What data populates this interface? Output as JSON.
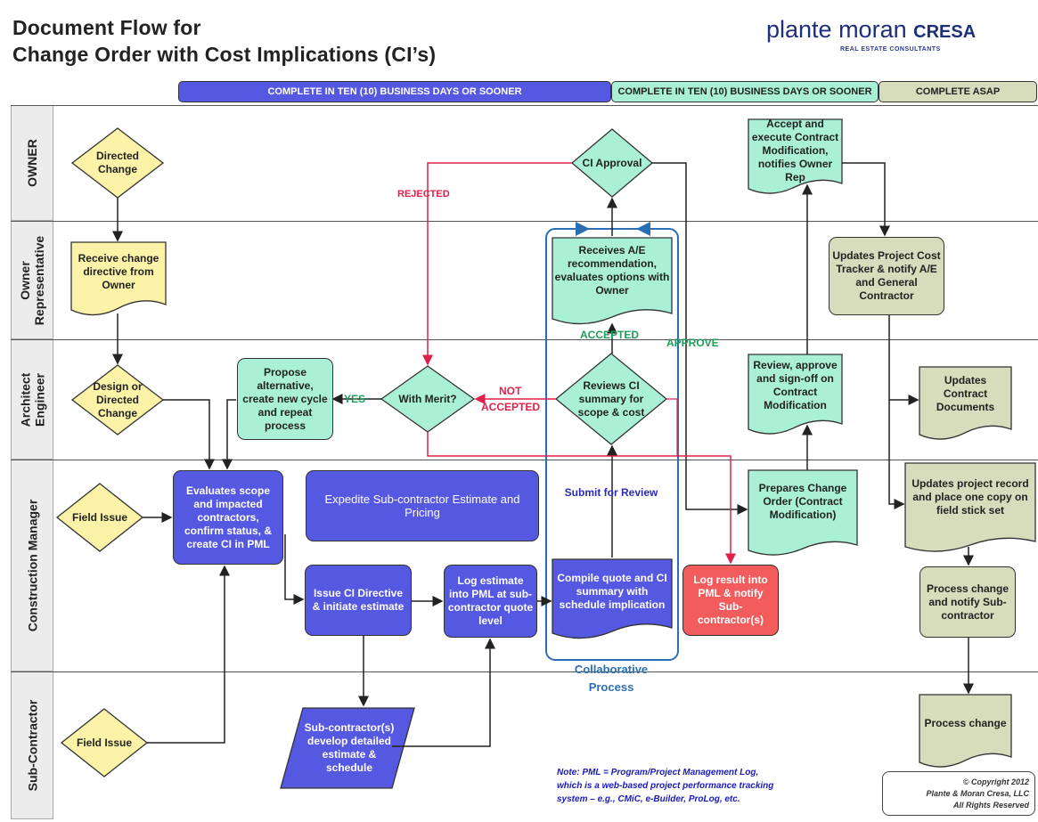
{
  "title": {
    "line1": "Document Flow for",
    "line2": "Change Order with Cost Implications (CI’s)"
  },
  "brand": {
    "name": "plante moran",
    "suffix": "CRESA",
    "tagline": "REAL ESTATE CONSULTANTS"
  },
  "phases": [
    {
      "label": "COMPLETE IN TEN (10) BUSINESS DAYS OR SOONER",
      "color": "#5558e0"
    },
    {
      "label": "COMPLETE IN TEN (10) BUSINESS DAYS OR SOONER",
      "color": "#a9f0d6"
    },
    {
      "label": "COMPLETE ASAP",
      "color": "#d7dcbc"
    }
  ],
  "lanes": {
    "owner": "OWNER",
    "owner_rep_1": "Owner",
    "owner_rep_2": "Representative",
    "ae_1": "Architect",
    "ae_2": "Engineer",
    "cm": "Construction Manager",
    "sub": "Sub-Contractor"
  },
  "nodes": {
    "directed_change": "Directed Change",
    "receive_directive": "Receive change directive from Owner",
    "design_directed": "Design or Directed Change",
    "field_issue_cm": "Field Issue",
    "field_issue_sub": "Field Issue",
    "evaluates_scope": "Evaluates scope and impacted contractors, confirm status, & create CI in PML",
    "expedite": "Expedite Sub-contractor Estimate and Pricing",
    "issue_ci": "Issue CI Directive & initiate estimate",
    "sub_develop": "Sub-contractor(s) develop detailed estimate & schedule",
    "log_estimate": "Log estimate into PML at sub-contractor quote level",
    "compile_quote": "Compile quote and CI summary with schedule implication",
    "submit_review": "Submit for Review",
    "reviews_ci": "Reviews CI summary for scope & cost",
    "with_merit": "With Merit?",
    "propose_alt": "Propose alternative, create new cycle and repeat process",
    "receives_ae": "Receives A/E recommendation, evaluates options with Owner",
    "ci_approval": "CI Approval",
    "log_result": "Log result into PML & notify Sub-contractor(s)",
    "accept_execute": "Accept and execute Contract Modification, notifies Owner Rep",
    "prepares_co": "Prepares Change Order (Contract Modification)",
    "review_approve": "Review, approve and sign-off on Contract Modification",
    "updates_tracker": "Updates Project Cost Tracker & notify A/E and General Contractor",
    "updates_docs": "Updates Contract Documents",
    "updates_record": "Updates project record and place one copy on field stick set",
    "process_notify": "Process change and notify Sub-contractor",
    "process_change": "Process change",
    "collab_1": "Collaborative",
    "collab_2": "Process"
  },
  "edge_labels": {
    "rejected": "REJECTED",
    "not_1": "NOT",
    "accepted_neg": "ACCEPTED",
    "yes": "YES",
    "accepted": "ACCEPTED",
    "approve": "APPROVE"
  },
  "note": {
    "line1": "Note: PML = Program/Project Management Log,",
    "line2": "which is a web-based project performance tracking",
    "line3": "system – e.g., CMiC, e-Builder, ProLog, etc."
  },
  "copyright": {
    "line1": "© Copyright 2012",
    "line2": "Plante & Moran Cresa, LLC",
    "line3": "All Rights Reserved"
  },
  "colors": {
    "decision_yellow": "#fcf3a8",
    "task_blue": "#5558e0",
    "task_teal": "#a9f0d6",
    "task_olive": "#d7dcbc",
    "task_red": "#f25c5c",
    "reject_line": "#e0204a",
    "collab_border": "#2a6fb5"
  }
}
